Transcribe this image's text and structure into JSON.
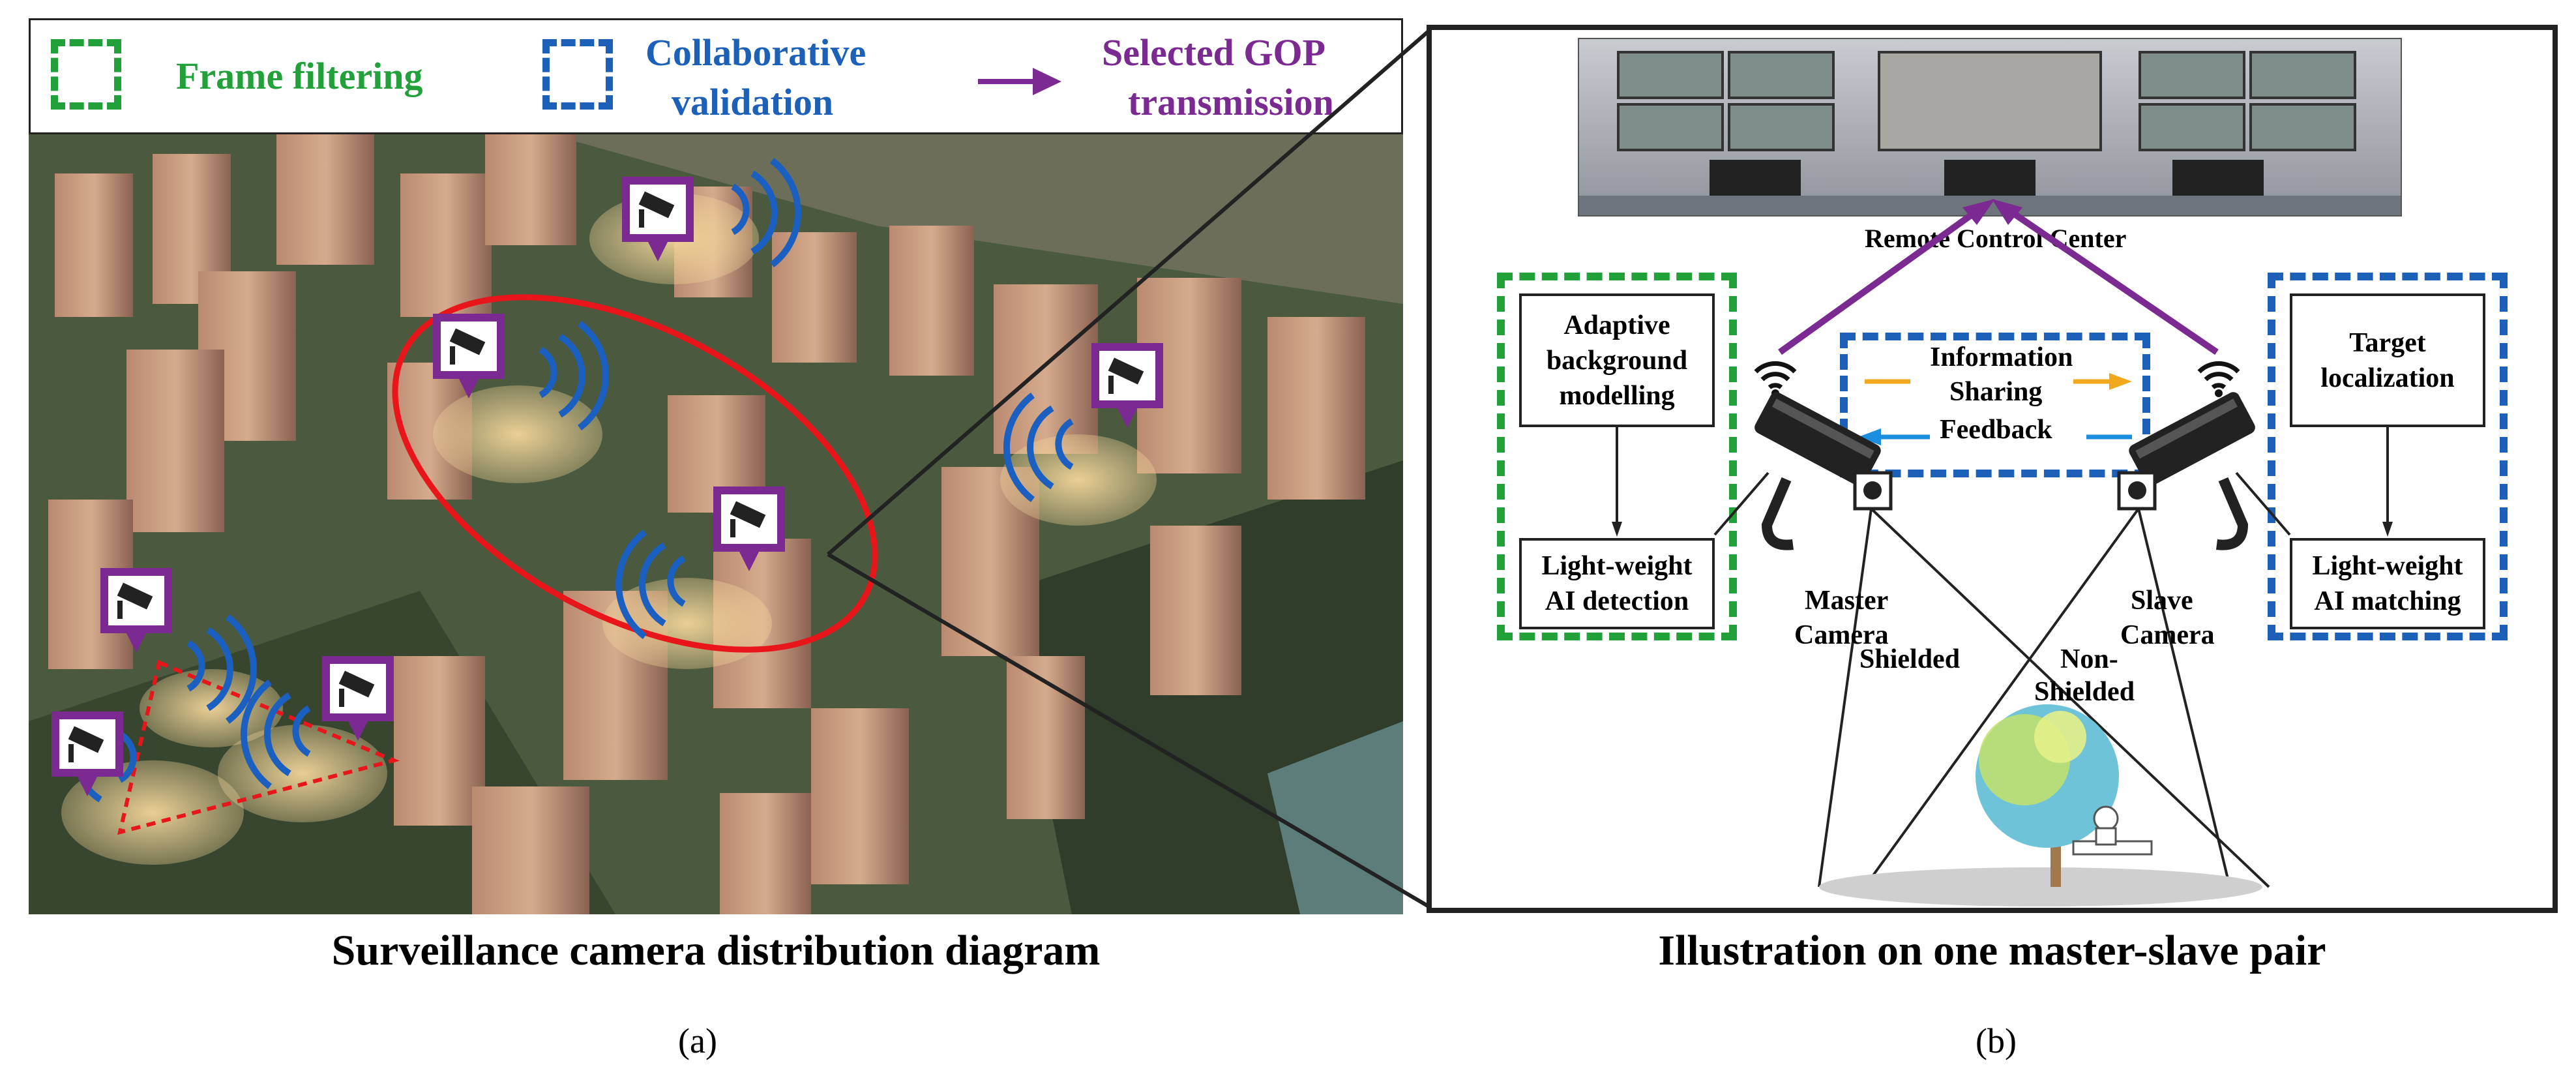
{
  "legend": {
    "frame_filtering": "Frame filtering",
    "collaborative_validation_line1": "Collaborative",
    "collaborative_validation_line2": "validation",
    "selected_gop_line1": "Selected GOP",
    "selected_gop_line2": "transmission",
    "colors": {
      "green": "#22a03a",
      "blue": "#1c60b8",
      "purple": "#7b2a92",
      "red": "#e8161b"
    }
  },
  "panel_a": {
    "caption": "Surveillance camera distribution diagram",
    "sublabel": "(a)"
  },
  "panel_b": {
    "remote_center": "Remote Control Center",
    "adaptive_bg": "Adaptive\nbackground\nmodelling",
    "light_ai_detection": "Light-weight\nAI detection",
    "info_line1": "Information",
    "info_line2": "Sharing",
    "feedback": "Feedback",
    "target_loc": "Target\nlocalization",
    "light_ai_matching": "Light-weight\nAI matching",
    "master_line1": "Master",
    "master_line2": "Camera",
    "slave_line1": "Slave",
    "slave_line2": "Camera",
    "shielded": "Shielded",
    "non_line1": "Non-",
    "non_line2": "Shielded",
    "caption": "Illustration on one master-slave pair",
    "sublabel": "(b)"
  }
}
